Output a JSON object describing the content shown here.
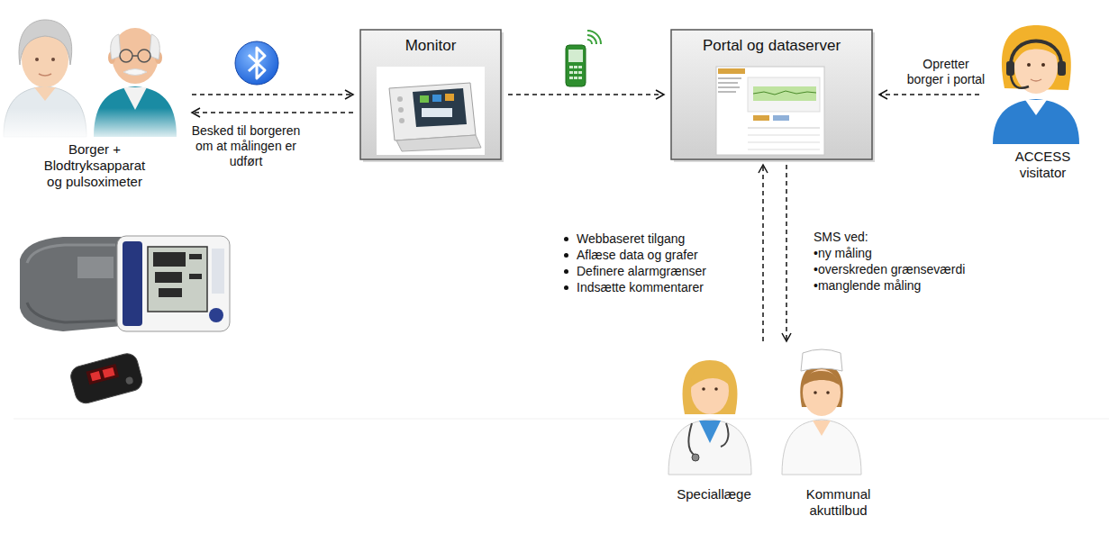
{
  "diagram": {
    "nodes": [
      {
        "text": [
          "Borger + Blodtryksapparat og pulsoximeter"
        ]
      },
      {
        "text": [
          "Monitor"
        ]
      },
      {
        "text": [
          "Portal og dataserver"
        ]
      },
      {
        "text": [
          "ACCESS visitator"
        ]
      },
      {
        "text": [
          "Speciallæge"
        ]
      },
      {
        "text": [
          "Kommunal akuttilbud"
        ]
      }
    ],
    "edges": [
      {
        "from": 0,
        "to": 1,
        "arrow": "to"
      },
      {
        "from": 1,
        "to": 0,
        "label": "Besked til borgeren om at målingen er udført",
        "arrow": "to"
      },
      {
        "from": 1,
        "to": 2,
        "arrow": "to"
      },
      {
        "from": 3,
        "to": 2,
        "label": "Opretter borger i portal",
        "arrow": "to"
      },
      {
        "from": 4,
        "to": 2,
        "arrow": "to"
      },
      {
        "from": 2,
        "to": 5,
        "arrow": "to"
      }
    ],
    "labels": [
      "Webbaseret tilgang",
      "Aflæse data og grafer",
      "Definere alarmgrænser",
      "Indsætte kommentarer",
      "SMS ved:",
      "•ny måling",
      "•overskreden grænseværdi",
      "•manglende måling"
    ]
  }
}
